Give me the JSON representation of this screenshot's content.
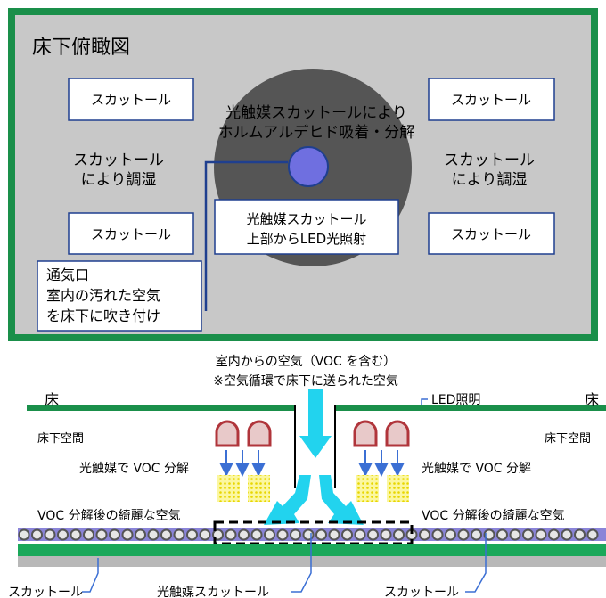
{
  "top_view": {
    "title": "床下俯瞰図",
    "box_label": "スカットール",
    "humidity_label_1": "スカットール",
    "humidity_label_2": "により調湿",
    "center_line_1": "光触媒スカットールにより",
    "center_line_2": "ホルムアルデヒド吸着・分解",
    "led_note_1": "光触媒スカットール",
    "led_note_2": "上部からLED光照射",
    "vent_line_1": "通気口",
    "vent_line_2": "室内の汚れた空気",
    "vent_line_3": "を床下に吹き付け"
  },
  "section_view": {
    "air_line_1": "室内からの空気（VOC を含む）",
    "air_line_2": "※空気循環で床下に送られた空気",
    "floor_label": "床",
    "led_label": "LED照明",
    "underfloor_label": "床下空間",
    "decompose_label": "光触媒で VOC 分解",
    "clean_air_label": "VOC 分解後の綺麗な空気",
    "scutol_label": "スカットール",
    "photocat_scutol_label": "光触媒スカットール"
  },
  "colors": {
    "frame_green": "#1a8f4a",
    "panel_gray": "#c8c8c8",
    "circle_dark": "#555555",
    "led_blue": "#6f6fe0",
    "arrow_cyan": "#22d3ee",
    "led_red": "#b0353b",
    "yellow_light": "#f4f06a",
    "arrow_blue": "#3b6fd4"
  }
}
